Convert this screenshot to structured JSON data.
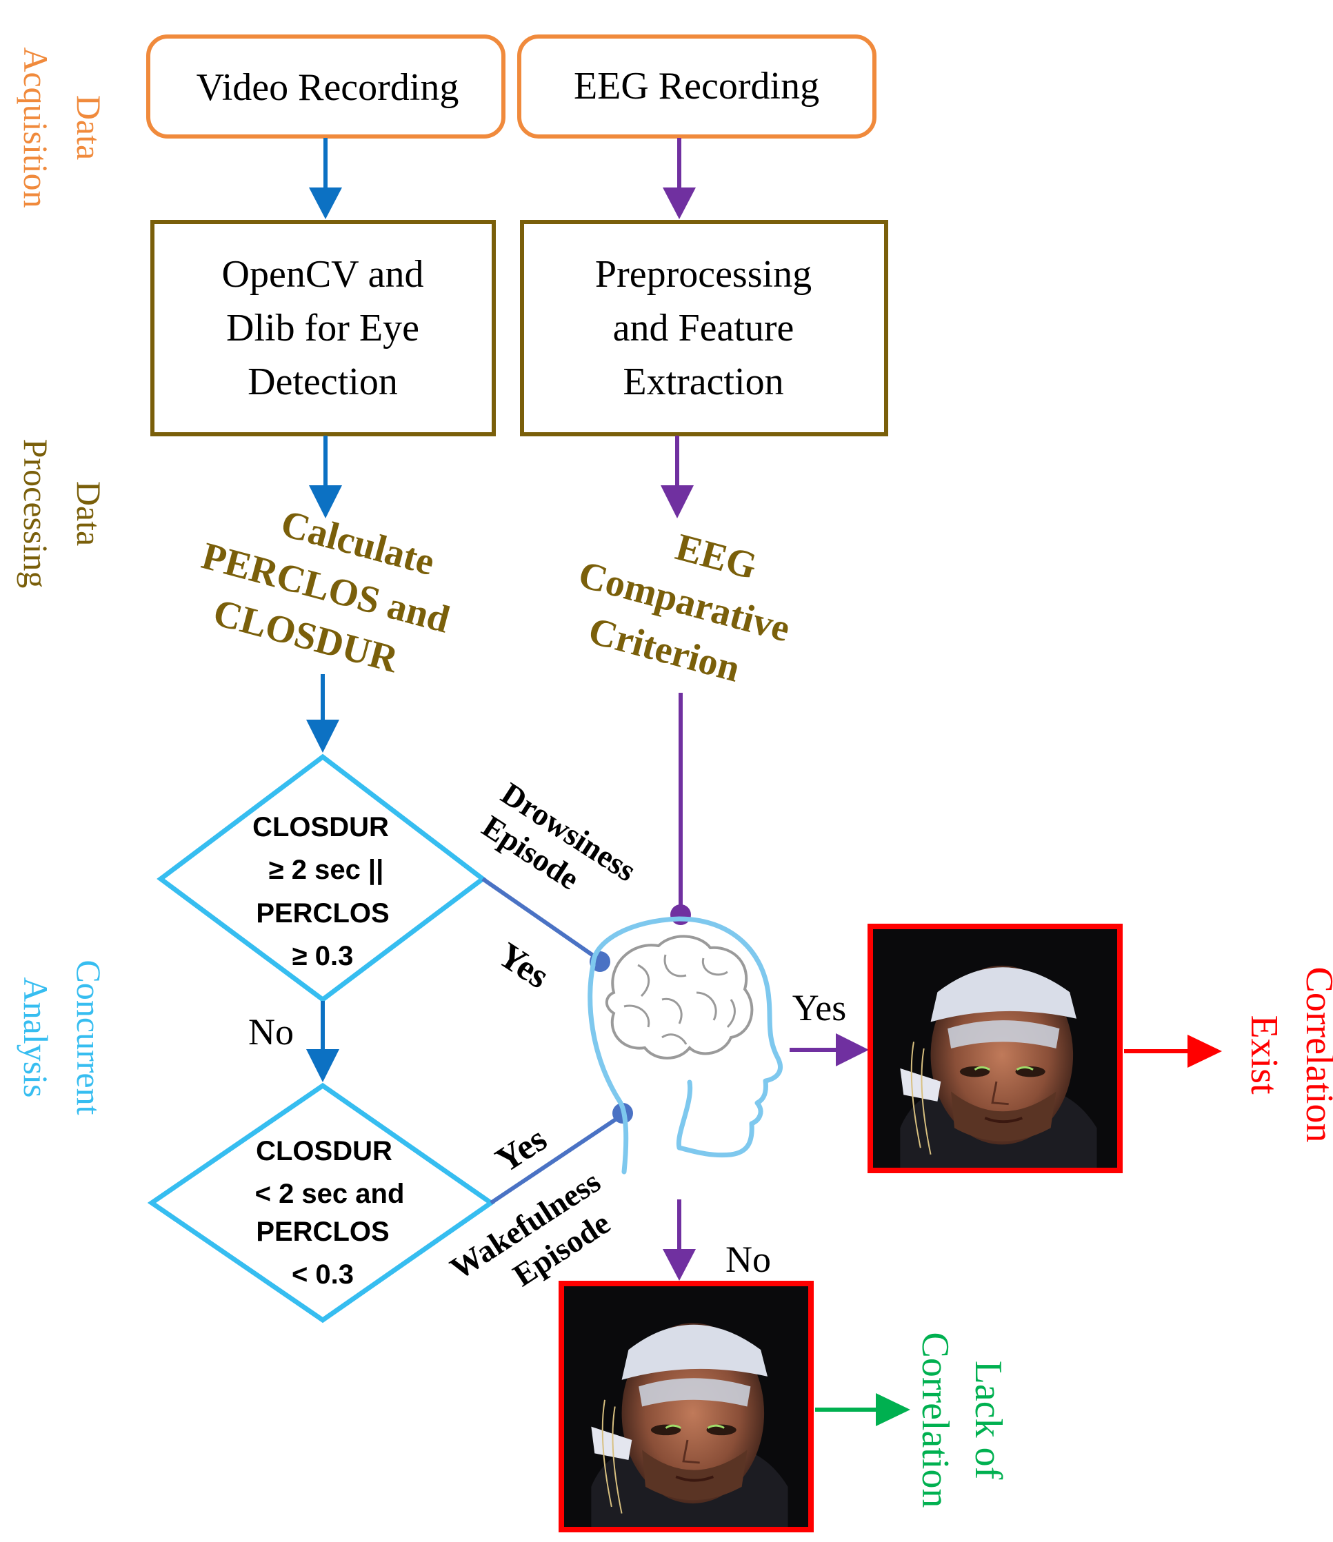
{
  "colors": {
    "orange": "#f08a3c",
    "brown": "#7a5f0a",
    "blue": "#0c71c3",
    "purple": "#7030a0",
    "cyan": "#36bdf0",
    "steel": "#4a72c4",
    "red": "#ff0000",
    "green": "#00b050",
    "black": "#000000"
  },
  "stages": {
    "acquisition": [
      "Data",
      "Acquisition"
    ],
    "processing": [
      "Data",
      "Processing"
    ],
    "analysis": [
      "Concurrent",
      "Analysis"
    ]
  },
  "boxes": {
    "video": "Video Recording",
    "eeg": "EEG Recording",
    "opencv": [
      "OpenCV and",
      "Dlib for Eye",
      "Detection"
    ],
    "preproc": [
      "Preprocessing",
      "and Feature",
      "Extraction"
    ]
  },
  "labels": {
    "calculate": [
      "Calculate",
      "PERCLOS and",
      "CLOSDUR"
    ],
    "criterion": [
      "EEG",
      "Comparative",
      "Criterion"
    ],
    "drowsiness": [
      "Drowsiness",
      "Episode"
    ],
    "wakefulness": [
      "Wakefulness",
      "Episode"
    ],
    "yes_top": "Yes",
    "yes_bottom": "Yes",
    "yes_right": "Yes",
    "no_left": "No",
    "no_bottom": "No"
  },
  "decisions": {
    "first": [
      "CLOSDUR",
      "≥ 2 sec ||",
      "PERCLOS",
      "≥ 0.3"
    ],
    "second": [
      "CLOSDUR",
      "< 2 sec and",
      "PERCLOS",
      "< 0.3"
    ]
  },
  "outcomes": {
    "correlation": [
      "Correlation",
      "Exist"
    ],
    "lack": [
      "Lack of",
      "Correlation"
    ]
  },
  "icons": {
    "head": "brain-head-icon",
    "photo": "face-photo"
  }
}
